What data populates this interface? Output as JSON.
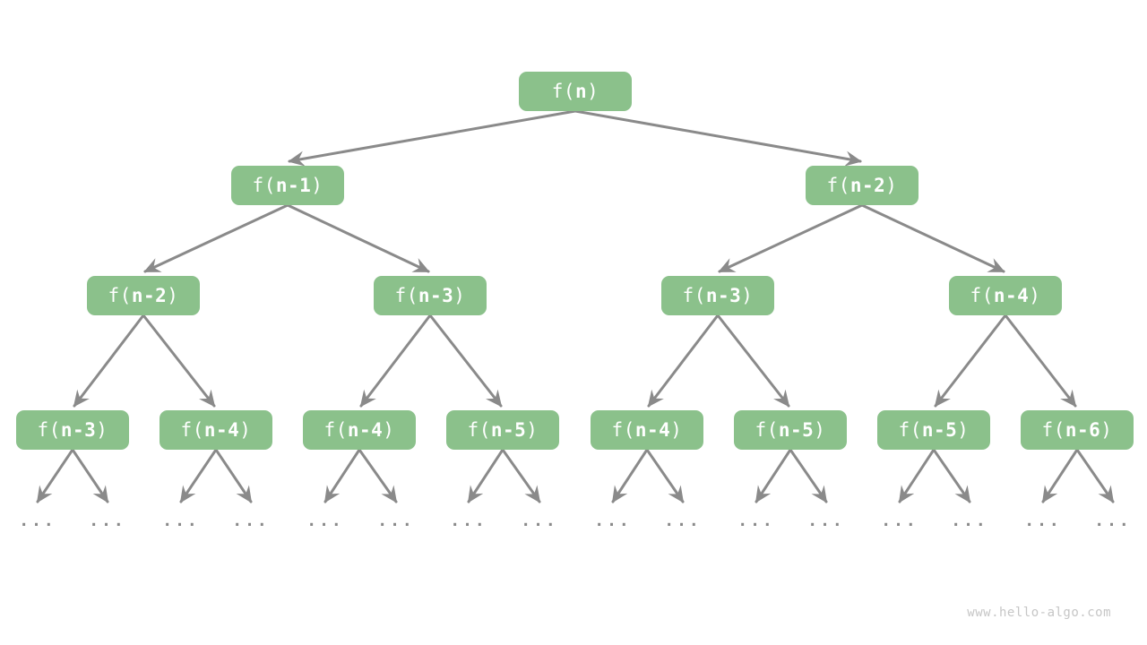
{
  "page": {
    "background": "#ffffff",
    "watermark": "www.hello-algo.com"
  },
  "colors": {
    "node_fill": "#8bc18b",
    "node_text": "#ffffff",
    "arrow": "#8a8a8a",
    "ellipsis_dots": "#8a8a8a",
    "watermark_text": "#c6c6c6"
  },
  "tree": {
    "ellipsis": "...",
    "nodes": [
      {
        "prefix": "f(",
        "arg": "n",
        "suffix": ")"
      },
      {
        "prefix": "f(",
        "arg": "n-1",
        "suffix": ")"
      },
      {
        "prefix": "f(",
        "arg": "n-2",
        "suffix": ")"
      },
      {
        "prefix": "f(",
        "arg": "n-2",
        "suffix": ")"
      },
      {
        "prefix": "f(",
        "arg": "n-3",
        "suffix": ")"
      },
      {
        "prefix": "f(",
        "arg": "n-3",
        "suffix": ")"
      },
      {
        "prefix": "f(",
        "arg": "n-4",
        "suffix": ")"
      },
      {
        "prefix": "f(",
        "arg": "n-3",
        "suffix": ")"
      },
      {
        "prefix": "f(",
        "arg": "n-4",
        "suffix": ")"
      },
      {
        "prefix": "f(",
        "arg": "n-4",
        "suffix": ")"
      },
      {
        "prefix": "f(",
        "arg": "n-5",
        "suffix": ")"
      },
      {
        "prefix": "f(",
        "arg": "n-4",
        "suffix": ")"
      },
      {
        "prefix": "f(",
        "arg": "n-5",
        "suffix": ")"
      },
      {
        "prefix": "f(",
        "arg": "n-5",
        "suffix": ")"
      },
      {
        "prefix": "f(",
        "arg": "n-6",
        "suffix": ")"
      }
    ]
  }
}
